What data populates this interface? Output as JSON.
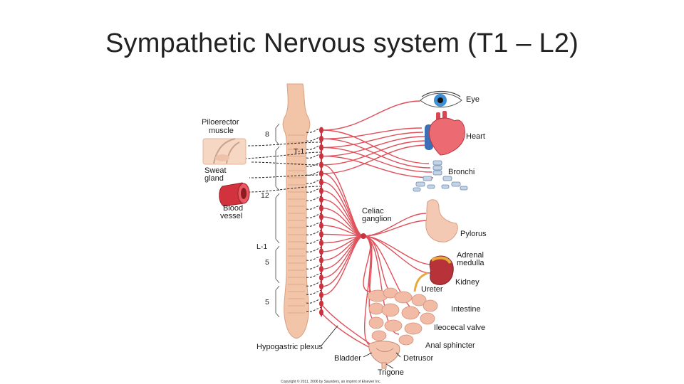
{
  "title": "Sympathetic Nervous system (T1 – L2)",
  "diagram": {
    "spinal_markers": [
      "8",
      "T-1",
      "12",
      "L-1",
      "5",
      "5"
    ],
    "left_labels": {
      "piloerector": [
        "Piloerector",
        "muscle"
      ],
      "sweat": [
        "Sweat",
        "gland"
      ],
      "blood": [
        "Blood",
        "vessel"
      ]
    },
    "ganglion": [
      "Celiac",
      "ganglion"
    ],
    "hypogastric": "Hypogastric plexus",
    "organs": {
      "eye": "Eye",
      "heart": "Heart",
      "bronchi": "Bronchi",
      "pylorus": "Pylorus",
      "adrenal": [
        "Adrenal",
        "medulla"
      ],
      "kidney": "Kidney",
      "ureter": "Ureter",
      "intestine": "Intestine",
      "ileocecal": "Ileocecal valve",
      "anal": "Anal sphincter",
      "bladder": "Bladder",
      "detrusor": "Detrusor",
      "trigone": "Trigone"
    },
    "copyright": "Copyright © 2011, 2006 by Saunders, an imprint of Elsevier Inc.",
    "colors": {
      "nerve": "#e0505a",
      "cord": "#f2c4a8",
      "ganglion": "#c9323e"
    }
  }
}
